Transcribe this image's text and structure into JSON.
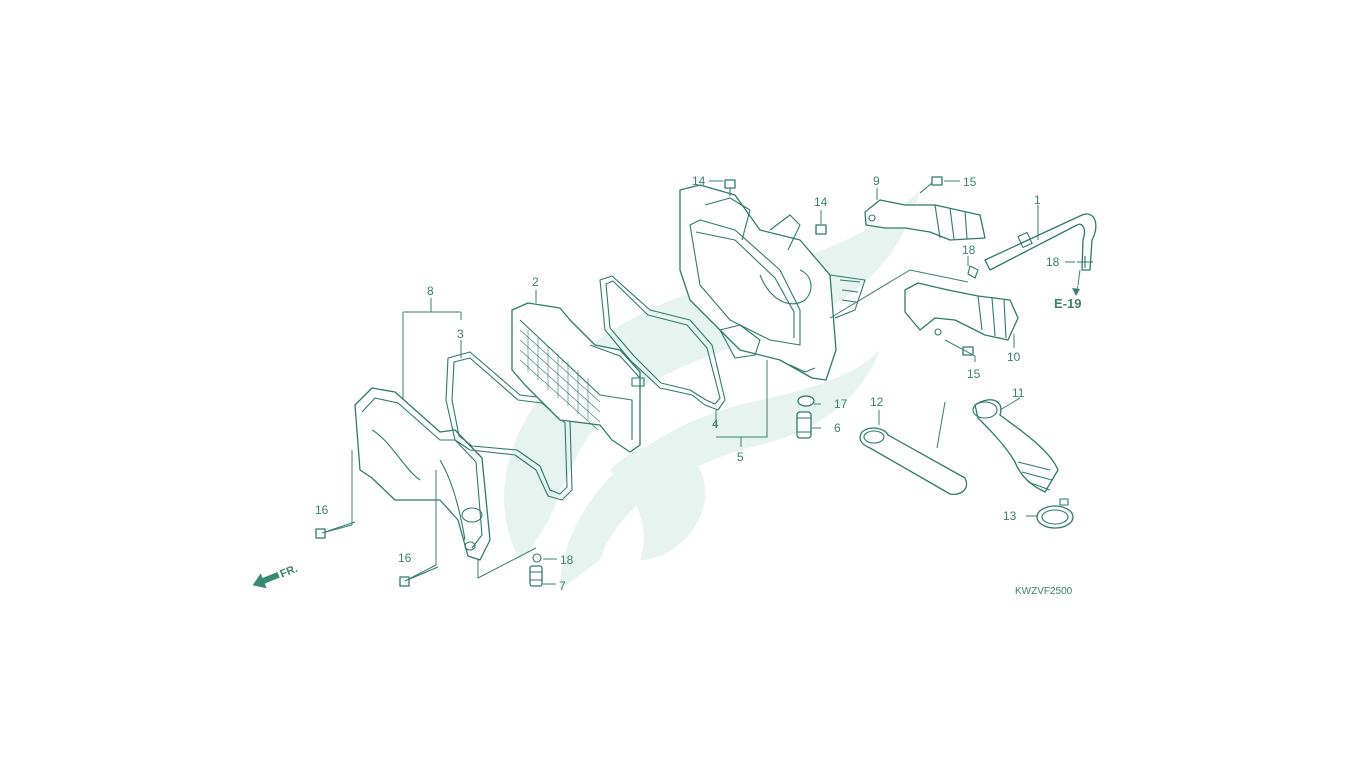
{
  "callouts": {
    "c1": "1",
    "c2": "2",
    "c3": "3",
    "c4": "4",
    "c5": "5",
    "c6": "6",
    "c7": "7",
    "c8": "8",
    "c9": "9",
    "c10": "10",
    "c11": "11",
    "c12": "12",
    "c13": "13",
    "c14a": "14",
    "c14b": "14",
    "c15a": "15",
    "c15b": "15",
    "c16a": "16",
    "c16b": "16",
    "c17": "17",
    "c18a": "18",
    "c18b": "18",
    "c18c": "18"
  },
  "reference": "E-19",
  "front_marker": "FR.",
  "diagram_code": "KWZVF2500",
  "colors": {
    "line": "#2f7a69",
    "watermark": "#e3f1ec"
  }
}
